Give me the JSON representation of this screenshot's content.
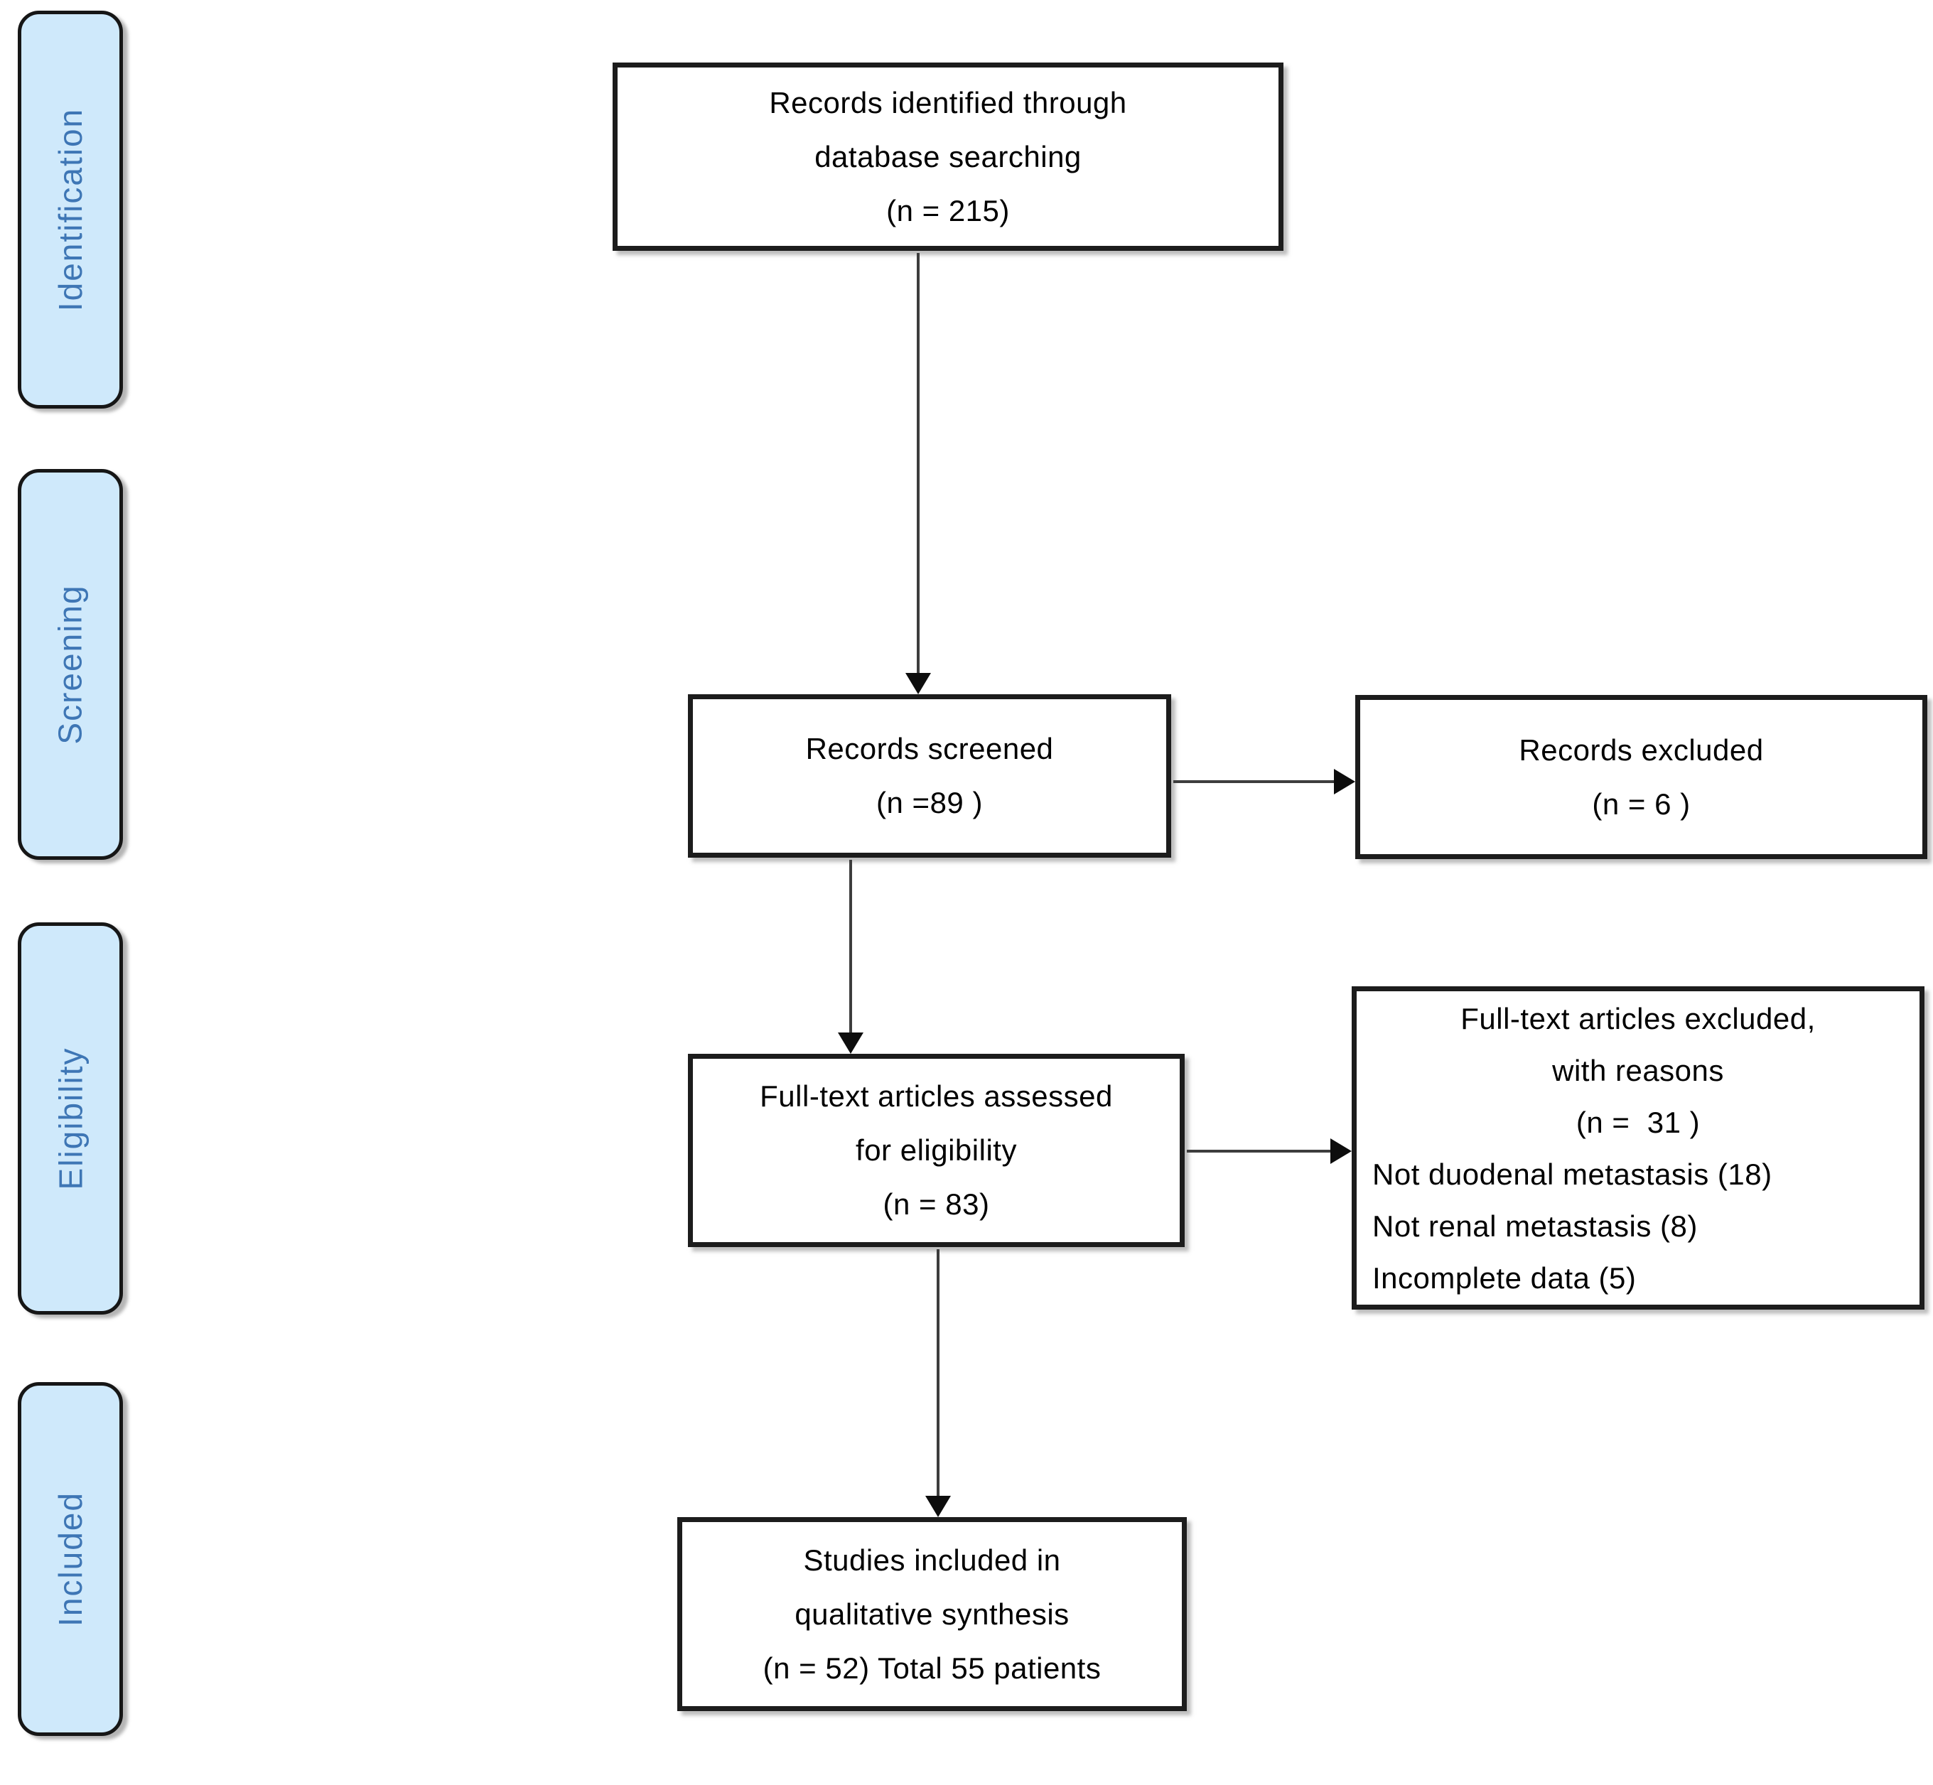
{
  "stages": [
    {
      "label": "Identification"
    },
    {
      "label": "Screening"
    },
    {
      "label": "Eligibility"
    },
    {
      "label": "Included"
    }
  ],
  "flow": {
    "identified": {
      "lines": [
        "Records identified through",
        "database searching",
        "(n = 215)"
      ]
    },
    "screened": {
      "lines": [
        "Records screened",
        "(n =89 )"
      ]
    },
    "records_excluded": {
      "lines": [
        "Records excluded",
        "(n = 6 )"
      ]
    },
    "fulltext_assessed": {
      "lines": [
        "Full-text articles assessed",
        "for eligibility",
        "(n = 83)"
      ]
    },
    "fulltext_excluded": {
      "centered": [
        "Full-text articles excluded,",
        "with reasons",
        "(n =  31 )"
      ],
      "reasons": [
        "Not duodenal metastasis (18)",
        "Not renal metastasis (8)",
        "Incomplete data (5)"
      ]
    },
    "included_studies": {
      "lines": [
        "Studies included in",
        "qualitative synthesis",
        "(n = 52) Total 55 patients"
      ]
    }
  },
  "colors": {
    "stage_fill": "#cfe9fb",
    "stage_text": "#3e76b5",
    "box_border": "#1c1c1c",
    "box_fill": "#ffffff",
    "text": "#000000",
    "connector": "#3d3d3d",
    "arrowhead": "#0d0d0d"
  }
}
